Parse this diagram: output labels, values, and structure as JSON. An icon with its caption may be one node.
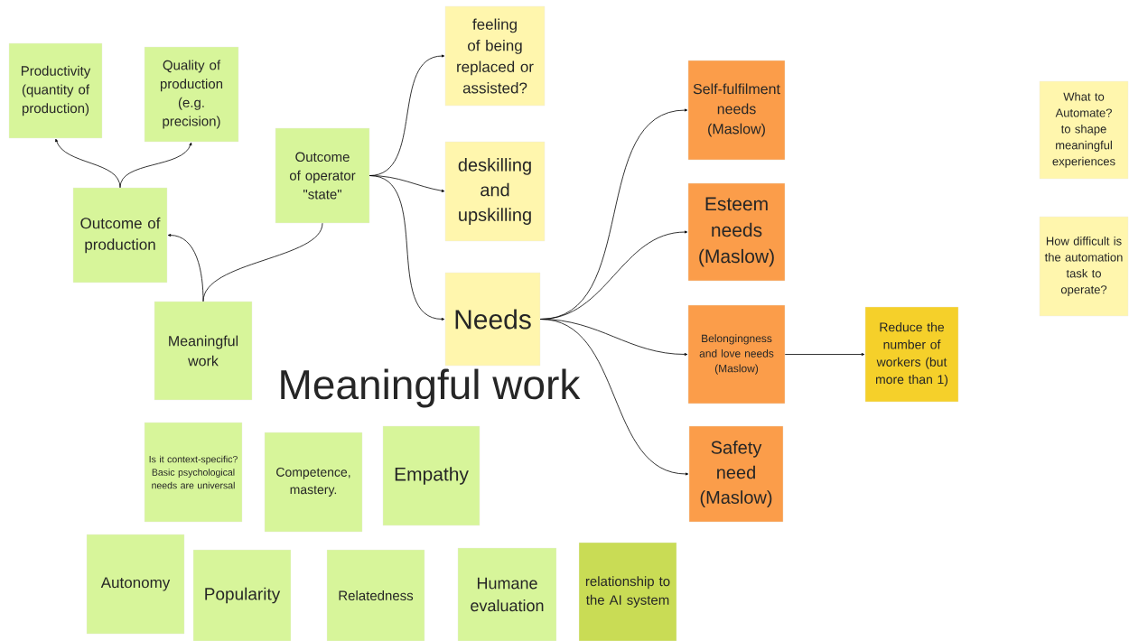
{
  "diagram": {
    "title": "Meaningful work",
    "nodes": [
      {
        "text": [
          "Productivity (quantity of production)"
        ]
      },
      {
        "text": [
          "Quality of production (e.g. precision)"
        ]
      },
      {
        "text": [
          "Outcome of operator \"state\""
        ]
      },
      {
        "text": [
          "feeling of being replaced or assisted?"
        ]
      },
      {
        "text": [
          "Outcome of production"
        ]
      },
      {
        "text": [
          "deskilling and upskilling"
        ]
      },
      {
        "text": [
          "Self-fulfilment needs (Maslow)"
        ]
      },
      {
        "text": [
          "What to Automate? to shape meaningful experiences"
        ]
      },
      {
        "text": [
          "Esteem needs (Maslow)"
        ]
      },
      {
        "text": [
          "How difficult is the automation task to operate?"
        ]
      },
      {
        "text": [
          "Needs"
        ]
      },
      {
        "text": [
          "Meaningful work"
        ]
      },
      {
        "text": [
          "Belongingness and love needs (Maslow)"
        ]
      },
      {
        "text": [
          "Reduce the number of workers (but more than 1)"
        ]
      },
      {
        "text": [
          "Is it context-specific? Basic psychological needs are universal"
        ]
      },
      {
        "text": [
          "Competence, mastery."
        ]
      },
      {
        "text": [
          "Empathy"
        ]
      },
      {
        "text": [
          "Safety need (Maslow)"
        ]
      },
      {
        "text": [
          "Autonomy"
        ]
      },
      {
        "text": [
          "Popularity"
        ]
      },
      {
        "text": [
          "Relatedness"
        ]
      },
      {
        "text": [
          "Humane evaluation"
        ]
      },
      {
        "text": [
          "relationship to the AI system"
        ]
      }
    ],
    "edges": [
      {
        "from": 4,
        "to": 0,
        "arrow": "to"
      },
      {
        "from": 4,
        "to": 1,
        "arrow": "to"
      },
      {
        "from": 11,
        "to": 4,
        "arrow": "to"
      },
      {
        "from": 11,
        "to": 2,
        "arrow": "none"
      },
      {
        "from": 2,
        "to": 3,
        "arrow": "to"
      },
      {
        "from": 2,
        "to": 5,
        "arrow": "to"
      },
      {
        "from": 2,
        "to": 10,
        "arrow": "to"
      },
      {
        "from": 10,
        "to": 6,
        "arrow": "to"
      },
      {
        "from": 10,
        "to": 8,
        "arrow": "to"
      },
      {
        "from": 10,
        "to": 12,
        "arrow": "to"
      },
      {
        "from": 10,
        "to": 17,
        "arrow": "to"
      },
      {
        "from": 12,
        "to": 13,
        "arrow": "to"
      }
    ]
  }
}
